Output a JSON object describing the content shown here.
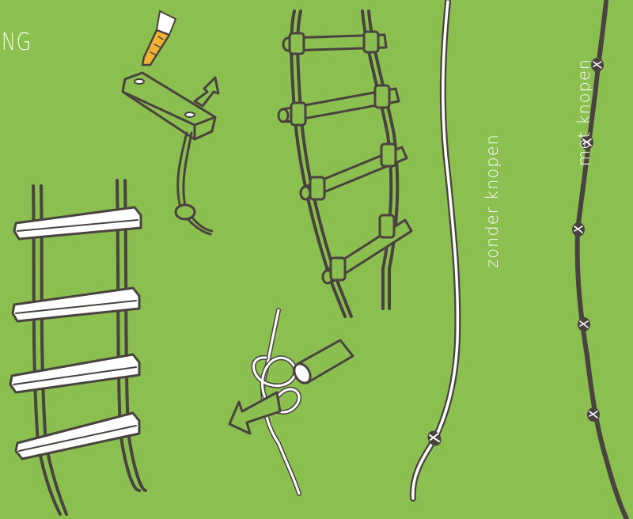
{
  "title": "ING",
  "notes": {
    "zonder": "zonder knopen",
    "met": "met knopen"
  },
  "colors": {
    "background": "#8bbf4f",
    "ink": "#4a423e",
    "rope": "#ffffff",
    "drill": "#f2b233"
  },
  "icons": [
    "rope-ladder-planks",
    "drill-bit-icon",
    "drilled-plank-icon",
    "arrow-up-icon",
    "knotted-rope-icon",
    "rope-ladder-round-rungs",
    "knot-detail-icon",
    "arrow-left-icon",
    "dowel-rung-icon",
    "rope-without-knots",
    "rope-with-knots"
  ]
}
